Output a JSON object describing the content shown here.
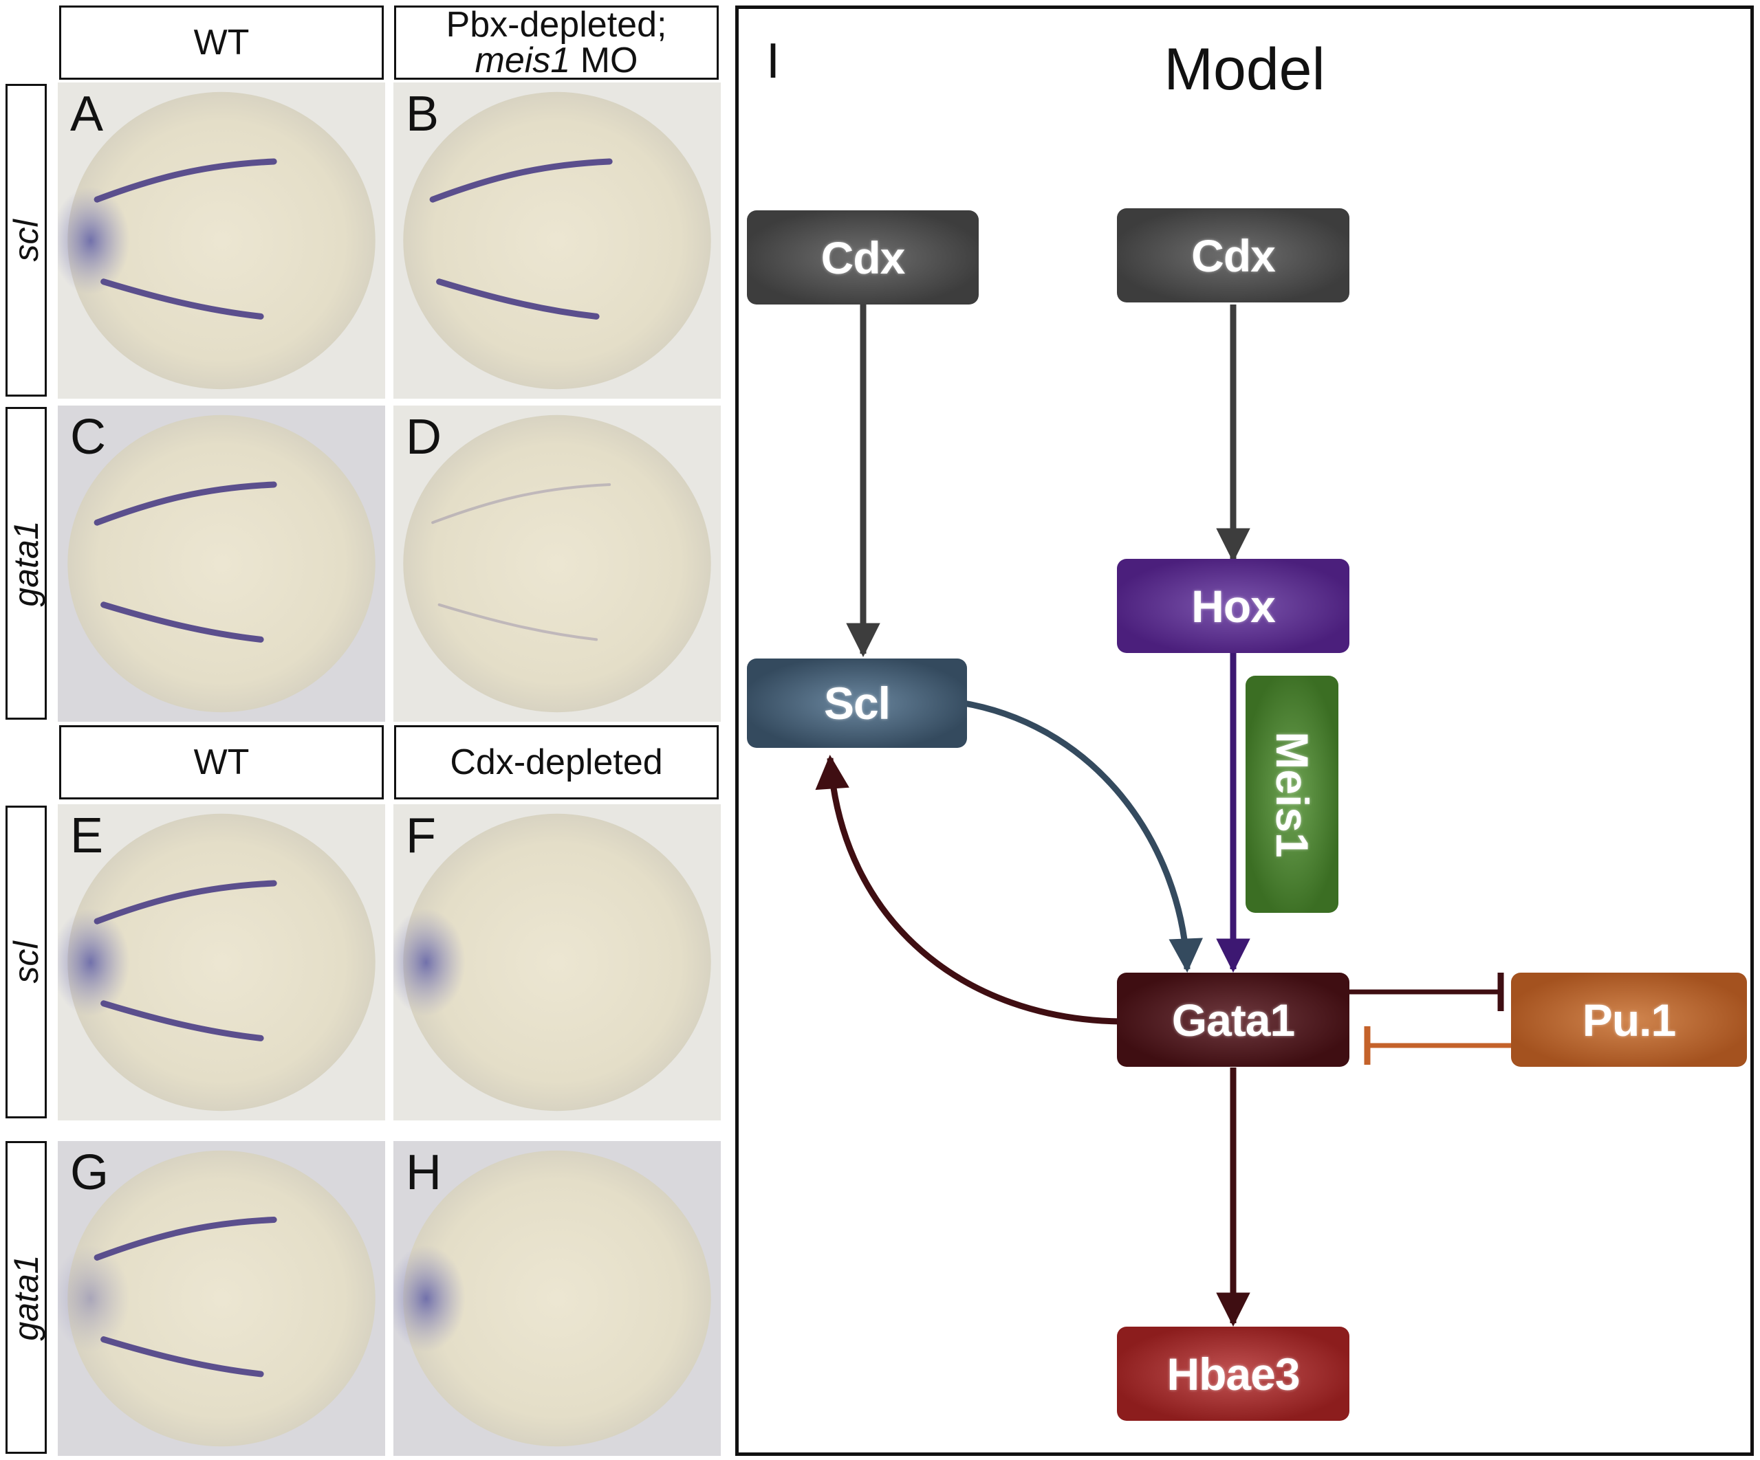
{
  "headers": {
    "top_wt": "WT",
    "top_pbx_line1": "Pbx-depleted;",
    "top_pbx_line2_italic": "meis1",
    "top_pbx_line2_rest": " MO",
    "bottom_wt": "WT",
    "bottom_cdx": "Cdx-depleted"
  },
  "row_labels": [
    "scl",
    "gata1",
    "scl",
    "gata1"
  ],
  "panels": [
    {
      "letter": "A",
      "stripes": "strong",
      "head": "strong"
    },
    {
      "letter": "B",
      "stripes": "strong",
      "head": "none"
    },
    {
      "letter": "C",
      "stripes": "strong",
      "head": "none"
    },
    {
      "letter": "D",
      "stripes": "faint",
      "head": "none"
    },
    {
      "letter": "E",
      "stripes": "strong",
      "head": "strong"
    },
    {
      "letter": "F",
      "stripes": "none",
      "head": "strong"
    },
    {
      "letter": "G",
      "stripes": "strong",
      "head": "faint"
    },
    {
      "letter": "H",
      "stripes": "none",
      "head": "strong"
    }
  ],
  "model": {
    "letter": "I",
    "title": "Model",
    "nodes": {
      "cdx_left": "Cdx",
      "cdx_right": "Cdx",
      "hox": "Hox",
      "scl": "Scl",
      "meis1": "Meis1",
      "gata1": "Gata1",
      "pu1": "Pu.1",
      "hbae3": "Hbae3"
    },
    "colors": {
      "cdx": "#3d3d3d",
      "hox": "#4b1f7c",
      "scl": "#344a5e",
      "meis1": "#3b6e23",
      "gata1": "#3f0e12",
      "pu1": "#a4521f",
      "hbae3": "#8c1d1d"
    }
  }
}
